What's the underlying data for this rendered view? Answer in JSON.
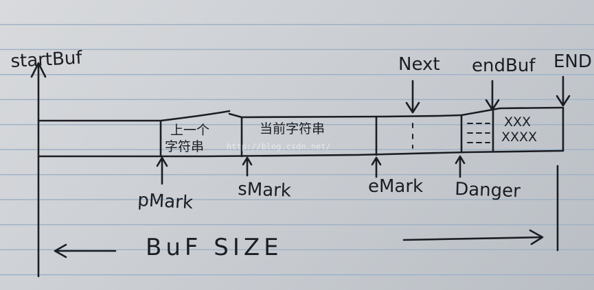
{
  "labels": {
    "start_buf": "startBuf",
    "next": "Next",
    "end_buf": "endBuf",
    "end": "END",
    "p_mark": "pMark",
    "s_mark": "sMark",
    "e_mark": "eMark",
    "danger": "Danger",
    "buf_size": "BuF SIZE"
  },
  "segments": {
    "prev_string_line1": "上一个",
    "prev_string_line2": "字符串",
    "current_string": "当前字符串"
  },
  "marks": {
    "crosses_row1": "XXX",
    "crosses_row2": "XXXX"
  },
  "watermark": "http://blog.csdn.net/"
}
